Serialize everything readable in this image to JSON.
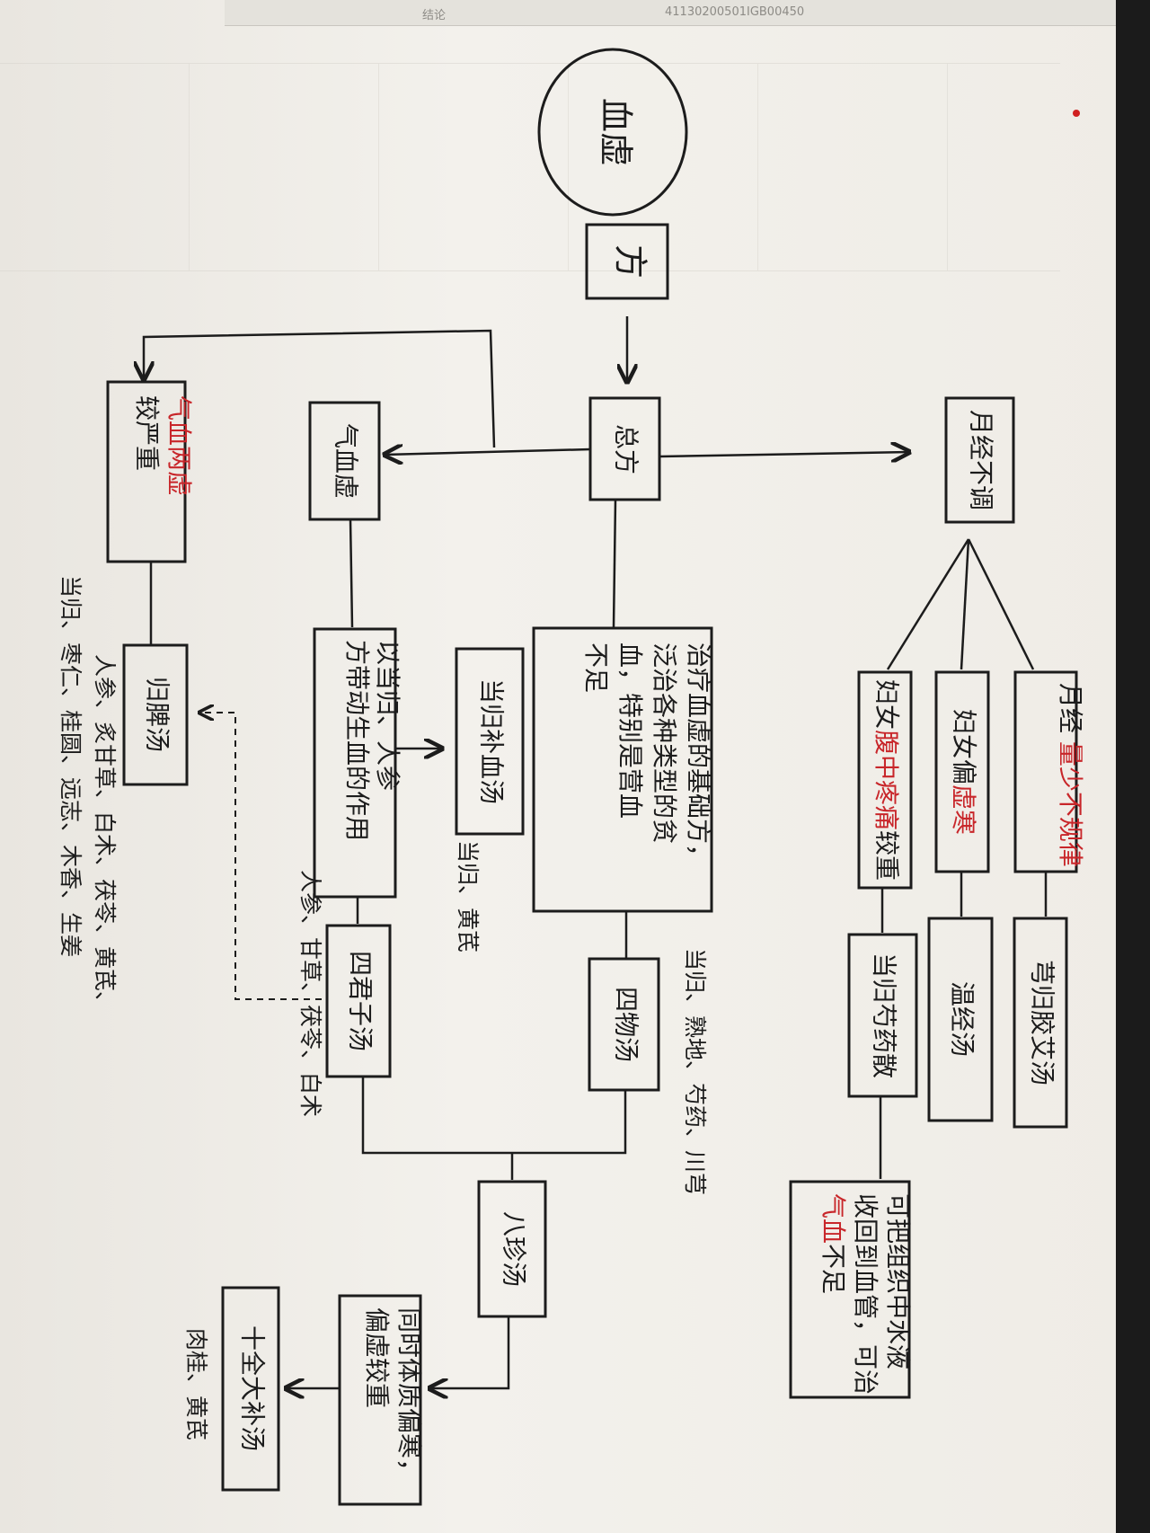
{
  "strip": {
    "code": "41130200501IGB00450",
    "chars": "结论"
  },
  "nodes": {
    "root": "血虚",
    "fang": "方",
    "zong": "总方",
    "zong_desc": "治疗血虚的基础方，泛治各种类型的贫血，特别是营血不足",
    "siwu": "四物汤",
    "siwu_herbs": "当归、熟地、芍药、川芎",
    "danggui_bu": "当归补血汤",
    "danggui_bu_herbs": "当归、黄芪",
    "qixue": "气血虚",
    "yi_effect_a": "以当归、人参",
    "yi_effect_b": "方带动生血的作用",
    "sijunzi": "四君子汤",
    "sijunzi_herbs": "人参、甘草、茯苓、白术",
    "bazhen": "八珍汤",
    "tongshi": "同时体质偏寒，偏虚较重",
    "shiquan": "十全大补汤",
    "shiquan_herbs": "肉桂、黄芪",
    "liangxu": "气血两虚较严重",
    "guipi": "归脾汤",
    "guipi_herbs_1": "人参、炙甘草、白术、茯苓、黄芪、",
    "guipi_herbs_2": "当归、枣仁、桂圆、远志、木香、生姜",
    "yuejing": "月经不调",
    "yuejing_sub": "月经量少不规律",
    "xiongjiao": "芎归胶艾汤",
    "pianhan": "妇女偏虚寒",
    "wenjing": "温经汤",
    "fuzhong": "妇女腹中疼痛较重",
    "shaoyao": "当归芍药散",
    "shaoyao_desc": "可把组织中水液收回到血管，可治气血不足"
  },
  "colors": {
    "ink": "#1c1c1c",
    "red_ink": "#c8262a",
    "paper": "#efece6"
  }
}
